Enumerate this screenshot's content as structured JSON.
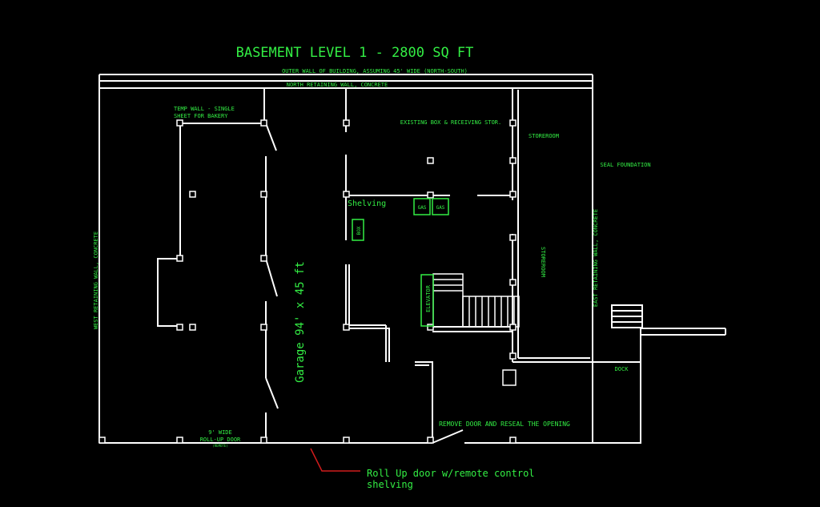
{
  "title": "BASEMENT LEVEL 1 - 2800 SQ FT",
  "colors": {
    "background": "#000000",
    "walls": "#ffffff",
    "labels": "#33ee44",
    "leader": "#d01c1c"
  },
  "labels": {
    "outer_wall": "OUTER WALL OF BUILDING, ASSUMING 45' WIDE (NORTH-SOUTH)",
    "north_wall": "NORTH RETAINING WALL, CONCRETE",
    "temp_wall_1": "TEMP WALL - SINGLE",
    "temp_wall_2": "SHEET FOR BAKERY",
    "existing_box": "EXISTING BOX & RECEIVING STOR.",
    "storeroom": "STOREROOM",
    "seal_foundation": "SEAL FOUNDATION",
    "shelving": "Shelving",
    "box": "BOX",
    "gas_1": "GAS",
    "gas_2": "GAS",
    "west_wall": "WEST RETAINING WALL, CONCRETE",
    "east_wall": "EAST RETAINING WALL, CONCRETE",
    "storeroom_vertical": "STOREROOM",
    "stairs_label": "ELEVATOR",
    "garage": "Garage 94' x 45 ft",
    "dock": "DOCK",
    "remove_door": "REMOVE DOOR AND RESEAL THE OPENING",
    "rollup_1": "9' WIDE",
    "rollup_2": "ROLL-UP DOOR",
    "rollup_3": "(REMOTE)",
    "rollup_note_1": "Roll Up door w/remote control",
    "rollup_note_2": "shelving"
  }
}
